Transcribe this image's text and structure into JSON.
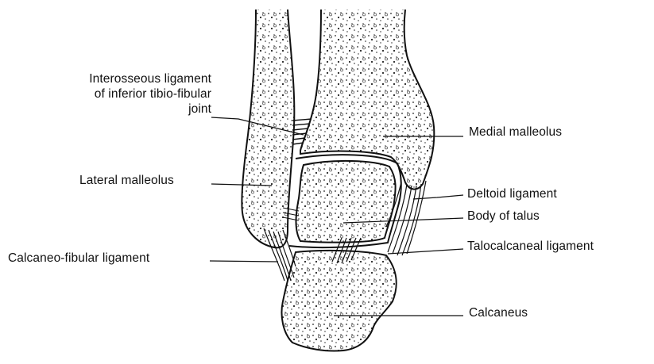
{
  "labels": {
    "interosseous_line1": "Interosseous ligament",
    "interosseous_line2": "of inferior tibio-fibular",
    "interosseous_line3": "joint",
    "lateral_malleolus": "Lateral malleolus",
    "calcaneo_fibular": "Calcaneo-fibular ligament",
    "medial_malleolus": "Medial malleolus",
    "deltoid": "Deltoid ligament",
    "body_of_talus": "Body of talus",
    "talocalcaneal": "Talocalcaneal ligament",
    "calcaneus": "Calcaneus"
  },
  "colors": {
    "line": "#111111",
    "bone_fill": "#ffffff",
    "stipple": "#222222"
  }
}
